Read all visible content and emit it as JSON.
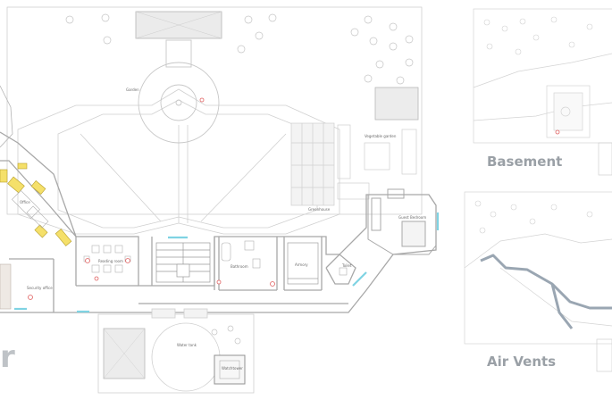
{
  "rooms": {
    "garden": "Garden",
    "vegetable_garden": "Vegetable garden",
    "greenhouse": "Greenhouse",
    "office": "Office",
    "reading_room": "Reading room",
    "security_office": "Security office",
    "bathroom": "Bathroom",
    "armory": "Armory",
    "toilet": "Toilet",
    "guest_bedroom": "Guest Bedroom",
    "water_tank": "Water tank",
    "watchtower": "Watchtower"
  },
  "panels": {
    "basement": "Basement",
    "air_vents": "Air Vents",
    "main_floor_fragment": "r"
  },
  "colors": {
    "wall": "#c9c9c9",
    "furniture_highlight": "#f5e06a",
    "objective_marker": "#e06060",
    "window": "#7fd3e3",
    "vent": "#9aa6b2",
    "title": "#9aa0a6"
  }
}
